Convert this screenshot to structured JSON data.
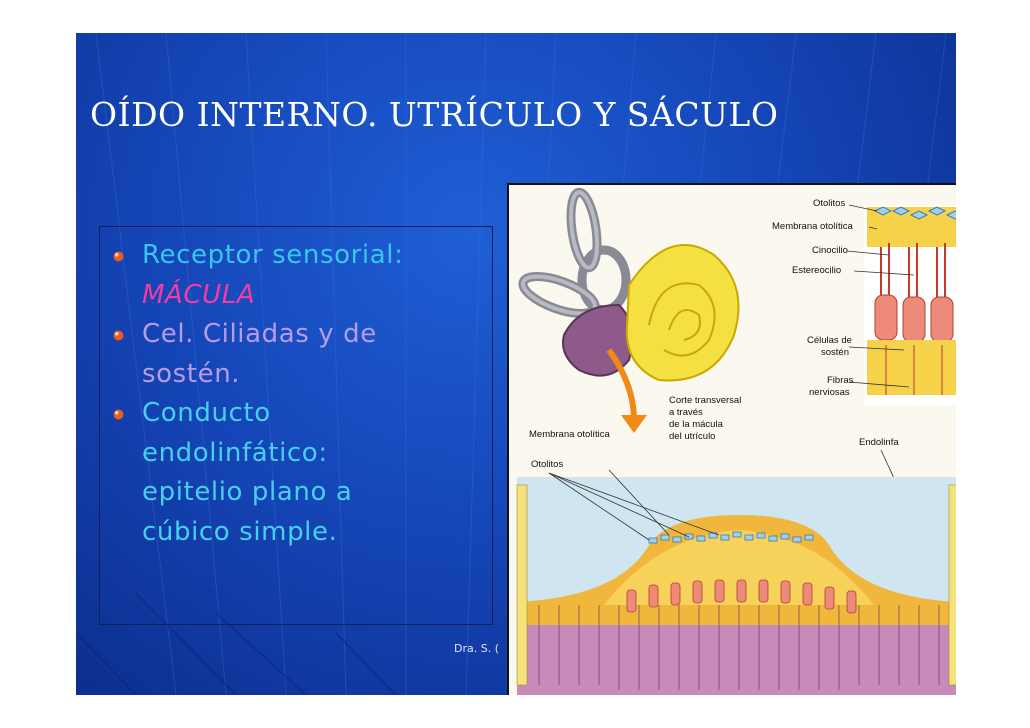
{
  "slide": {
    "title": "OÍDO INTERNO. UTRÍCULO Y SÁCULO",
    "footer": "Dra. S. (",
    "colors": {
      "background": "#1546b8",
      "title": "#ffffff",
      "bullet_marker": "#e85c20"
    },
    "bullets": [
      {
        "icon": "bullet-icon",
        "lines": [
          "Receptor sensorial:"
        ],
        "color": "#36c8ec"
      },
      {
        "icon": "",
        "lines": [
          "MÁCULA"
        ],
        "color": "#f13da0"
      },
      {
        "icon": "bullet-icon",
        "lines": [
          "Cel. Ciliadas y de",
          "sostén."
        ],
        "color": "#b69ce6"
      },
      {
        "icon": "bullet-icon",
        "lines": [
          "Conducto",
          "endolinfático:",
          "epitelio plano a",
          "cúbico simple."
        ],
        "color": "#45d0ee"
      }
    ]
  },
  "figure": {
    "labels": {
      "otolitos_top": "Otolitos",
      "membrana_top": "Membrana otolítica",
      "cinocilio": "Cinocilio",
      "estereocilio": "Estereocilio",
      "celulas_1": "Células de",
      "celulas_2": "sostén",
      "fibras_1": "Fibras",
      "fibras_2": "nerviosas",
      "corte_1": "Corte transversal",
      "corte_2": "a través",
      "corte_3": "de la mácula",
      "corte_4": "del utrículo",
      "membrana_bottom": "Membrana otolítica",
      "otolitos_bottom": "Otolitos",
      "endolinfa": "Endolinfa"
    }
  }
}
